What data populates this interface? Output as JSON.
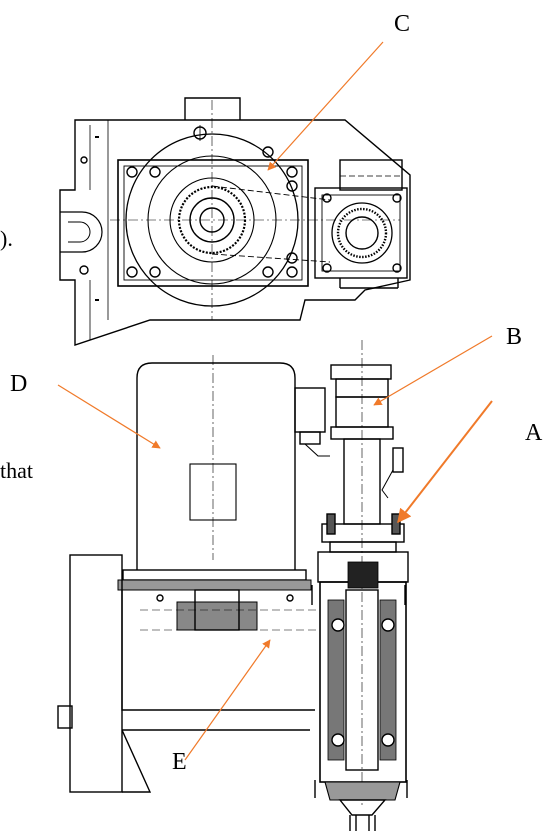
{
  "labels": {
    "a": "A",
    "b": "B",
    "c": "C",
    "d": "D",
    "e": "E"
  },
  "fragments": {
    "left_margin_1": ").",
    "left_margin_2": "that"
  },
  "colors": {
    "line": "#000000",
    "leader": "#f07a2a",
    "arrow": "#f07a2a",
    "background": "#ffffff"
  }
}
